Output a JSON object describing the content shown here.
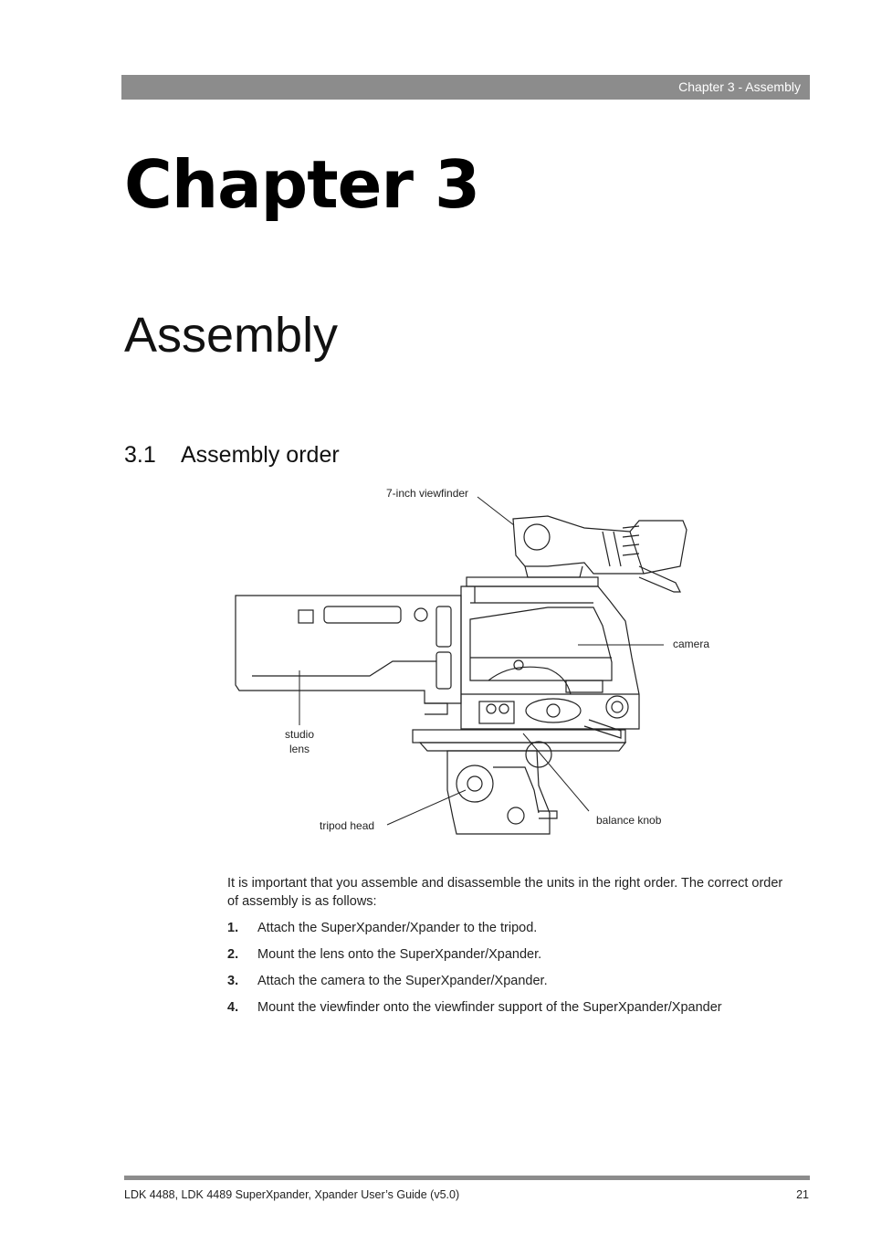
{
  "header": {
    "running_title": "Chapter 3 - Assembly"
  },
  "chapter": {
    "title": "Chapter 3"
  },
  "section": {
    "title": "Assembly"
  },
  "subsection": {
    "number": "3.1",
    "title": "Assembly order"
  },
  "figure": {
    "labels": {
      "viewfinder": "7-inch viewfinder",
      "camera": "camera",
      "studio_lens_line1": "studio",
      "studio_lens_line2": "lens",
      "tripod_head": "tripod head",
      "balance_knob": "balance knob"
    }
  },
  "intro": "It is important that you assemble and disassemble the units in the right order. The correct order of assembly is as follows:",
  "steps": [
    {
      "num": "1.",
      "text": "Attach the SuperXpander/Xpander to the tripod."
    },
    {
      "num": "2.",
      "text": "Mount the lens onto the SuperXpander/Xpander."
    },
    {
      "num": "3.",
      "text": "Attach the camera to the SuperXpander/Xpander."
    },
    {
      "num": "4.",
      "text": "Mount the viewfinder onto the viewfinder support of the SuperXpander/Xpander"
    }
  ],
  "footer": {
    "doc_title": "LDK 4488, LDK 4489 SuperXpander, Xpander User’s Guide (v5.0)",
    "page_number": "21"
  }
}
